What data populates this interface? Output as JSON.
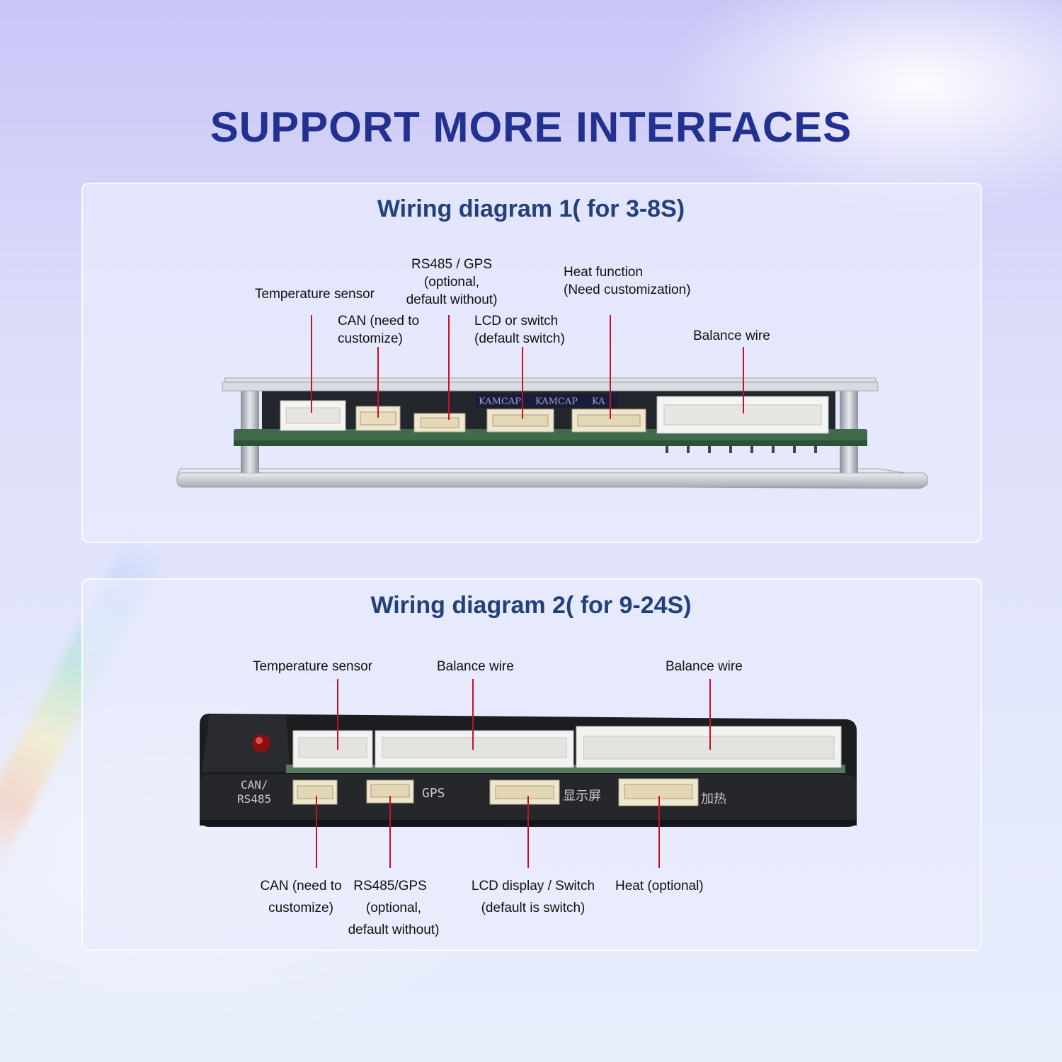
{
  "heading": "SUPPORT MORE INTERFACES",
  "diagram1": {
    "title": "Wiring diagram 1( for 3-8S)",
    "labels": {
      "temperature_sensor": "Temperature sensor",
      "can": [
        "CAN (need to",
        "customize)"
      ],
      "rs485_gps": [
        "RS485 / GPS",
        "(optional,",
        "default without)"
      ],
      "lcd_switch": [
        "LCD or switch",
        "(default switch)"
      ],
      "heat": [
        "Heat function",
        "(Need customization)"
      ],
      "balance_wire": "Balance wire"
    },
    "board_markings": [
      "KAMCAP",
      "KAMCAP",
      "KA"
    ]
  },
  "diagram2": {
    "title": "Wiring diagram 2( for 9-24S)",
    "labels": {
      "temperature_sensor": "Temperature sensor",
      "balance_wire_1": "Balance wire",
      "balance_wire_2": "Balance wire",
      "can": [
        "CAN (need to",
        "customize)"
      ],
      "rs485_gps": [
        "RS485/GPS",
        "(optional,",
        "default without)"
      ],
      "lcd_switch": [
        "LCD display / Switch",
        "(default is switch)"
      ],
      "heat": "Heat (optional)"
    },
    "board_markings": {
      "can_rs485": [
        "CAN/",
        "RS485"
      ],
      "gps": "GPS",
      "display": "显示屏",
      "heating": "加热"
    }
  },
  "colors": {
    "heading": "#22308f",
    "panel_title": "#22407a",
    "leader_line": "#c4122b",
    "pcb_green": "#3f6b4c"
  }
}
